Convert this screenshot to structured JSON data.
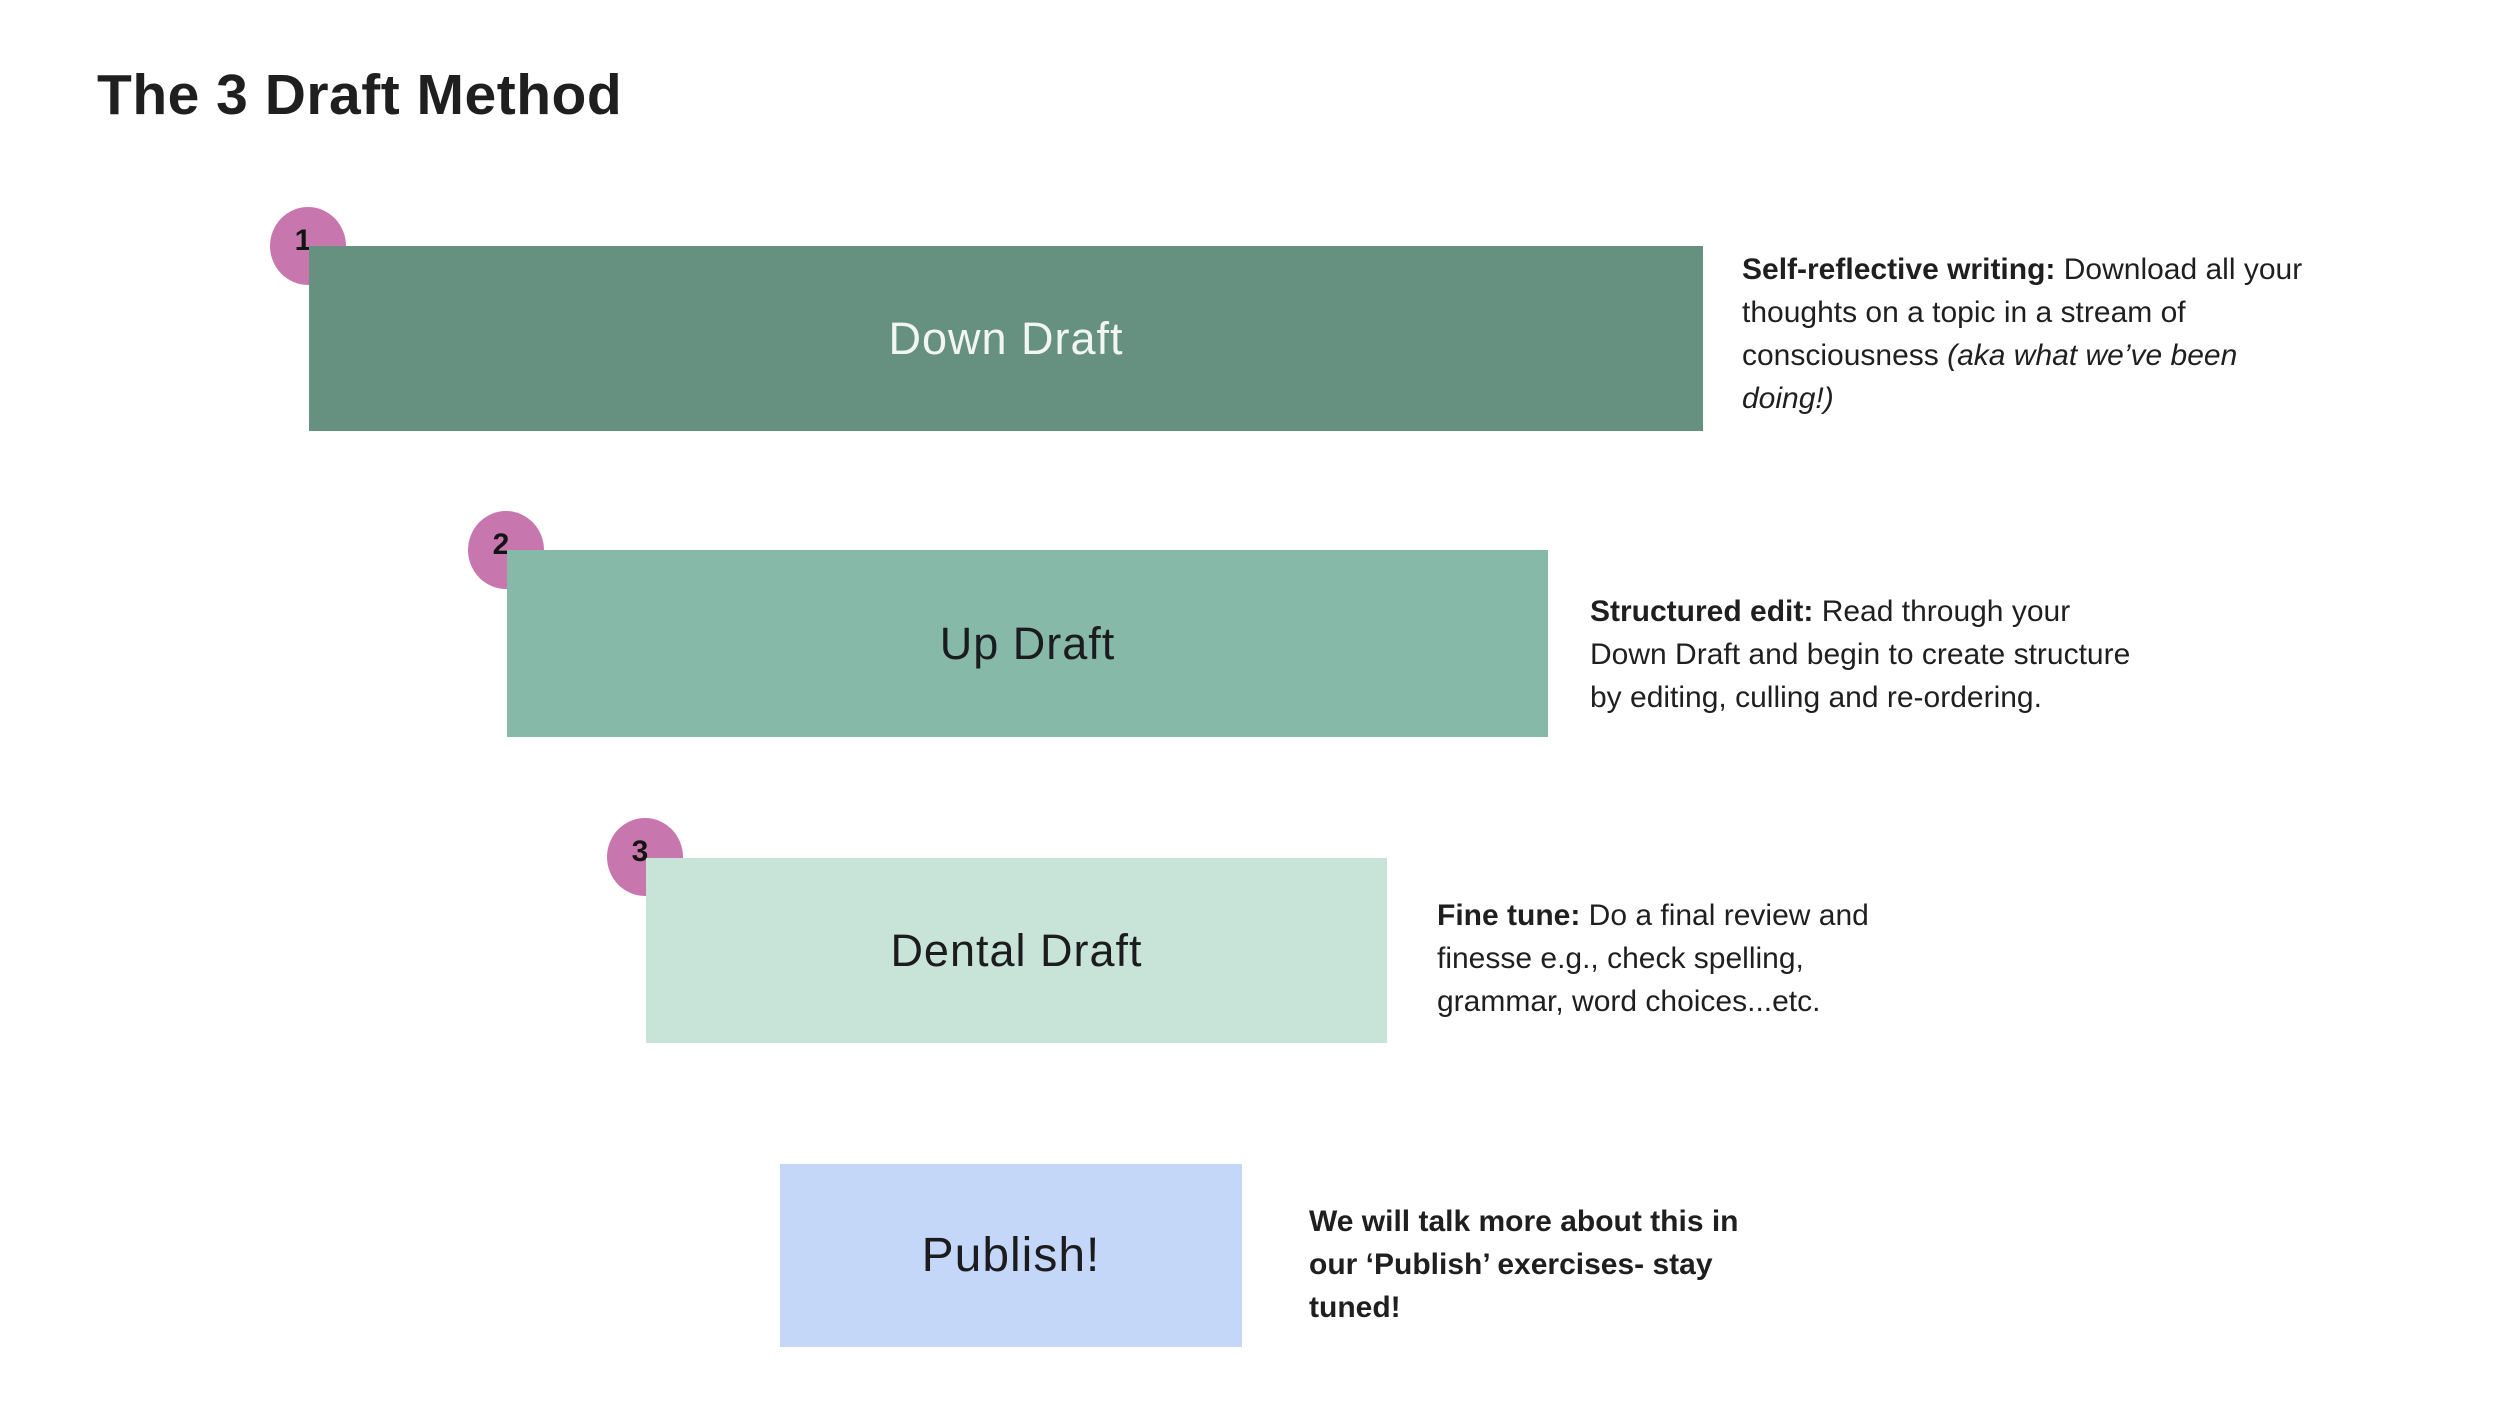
{
  "title": "The 3 Draft Method",
  "badge_color": "#c877ae",
  "text_color": "#1f1f1f",
  "background_color": "#ffffff",
  "steps": [
    {
      "number": "1",
      "label": "Down Draft",
      "bar_color": "#669180",
      "label_color": "#f2f6f3",
      "note": {
        "lead": "Self-reflective writing:",
        "body": " Download all your\nthoughts on a topic in a stream of\nconsciousness ",
        "italic": "(aka what we’ve been\ndoing!)"
      }
    },
    {
      "number": "2",
      "label": "Up Draft",
      "bar_color": "#86b9a8",
      "label_color": "#1c1c1e",
      "note": {
        "lead": "Structured edit:",
        "body": " Read through your\nDown Draft and begin to create structure\nby editing, culling and re-ordering.",
        "italic": ""
      }
    },
    {
      "number": "3",
      "label": "Dental Draft",
      "bar_color": "#c8e4d9",
      "label_color": "#1c1c1e",
      "note": {
        "lead": "Fine tune:",
        "body": " Do a final review and\nfinesse e.g., check spelling,\ngrammar, word choices...etc.",
        "italic": ""
      }
    },
    {
      "number": "",
      "label": "Publish!",
      "bar_color": "#c4d7f8",
      "label_color": "#1c1c1e",
      "note": {
        "lead": "We will talk more about this in\nour ‘Publish’ exercises- stay\ntuned!",
        "body": "",
        "italic": ""
      }
    }
  ]
}
